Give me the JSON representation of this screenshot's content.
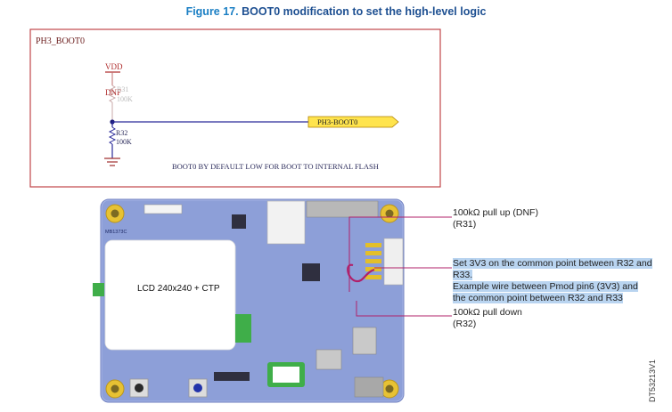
{
  "figure": {
    "number": "Figure 17.",
    "title": "BOOT0 modification to set the high-level logic"
  },
  "schematic": {
    "net_label": "PH3_BOOT0",
    "vdd_label": "VDD",
    "r31_ref": "R31",
    "r31_dnf": "DNF",
    "r31_value": "100K",
    "r32_ref": "R32",
    "r32_value": "100K",
    "net_tag": "PH3-BOOT0",
    "note": "BOOT0 BY DEFAULT LOW FOR BOOT TO INTERNAL FLASH"
  },
  "board": {
    "lcd_label": "LCD 240x240 + CTP",
    "silk_board_id": "MB1373C"
  },
  "annotations": {
    "pullup_line1": "100kΩ pull up (DNF)",
    "pullup_line2": "(R31)",
    "set_line1": "Set 3V3 on the common point between R32 and R33.",
    "set_line2": "Example wire between Pmod pin6 (3V3) and",
    "set_line3": "the common point between R32 and R33",
    "pulldown_line1": "100kΩ pull down",
    "pulldown_line2": "(R32)"
  },
  "doc_id": "DT53213V1",
  "colors": {
    "title_blue": "#1d4f91",
    "frame_red": "#c0464a",
    "wire_blue": "#2a2a9a",
    "tag_yellow": "#ffe44d",
    "board_blue": "#8d9fd8",
    "highlight": "#b9d4f0",
    "magenta_wire": "#b0206a"
  }
}
